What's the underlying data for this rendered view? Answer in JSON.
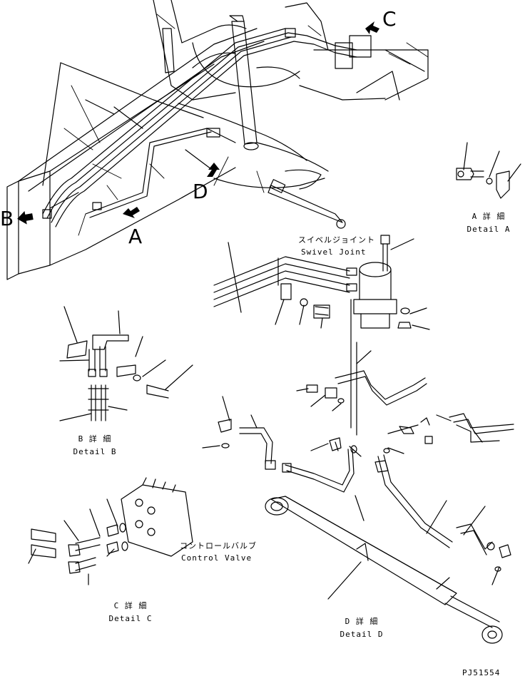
{
  "drawing": {
    "letters": {
      "a": "A",
      "b": "B",
      "c": "C",
      "d": "D"
    },
    "swivel_joint": {
      "jp": "スイベルジョイント",
      "en": "Swivel Joint"
    },
    "control_valve": {
      "jp": "コントロールバルブ",
      "en": "Control Valve"
    },
    "details": {
      "a": {
        "jp": "A 詳 細",
        "en": "Detail A"
      },
      "b": {
        "jp": "B 詳 細",
        "en": "Detail B"
      },
      "c": {
        "jp": "C 詳 細",
        "en": "Detail C"
      },
      "d": {
        "jp": "D 詳 細",
        "en": "Detail D"
      }
    },
    "drawing_number": "PJ51554",
    "line_color": "#000000",
    "background_color": "#ffffff"
  }
}
